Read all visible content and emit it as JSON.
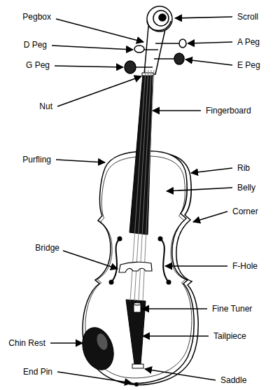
{
  "diagram": {
    "labels": [
      "Pegbox",
      "Scroll",
      "D Peg",
      "A Peg",
      "G Peg",
      "E Peg",
      "Nut",
      "Fingerboard",
      "Purfling",
      "Rib",
      "Belly",
      "Corner",
      "Bridge",
      "F-Hole",
      "Fine Tuner",
      "Chin Rest",
      "Tailpiece",
      "End Pin",
      "Saddle"
    ]
  }
}
